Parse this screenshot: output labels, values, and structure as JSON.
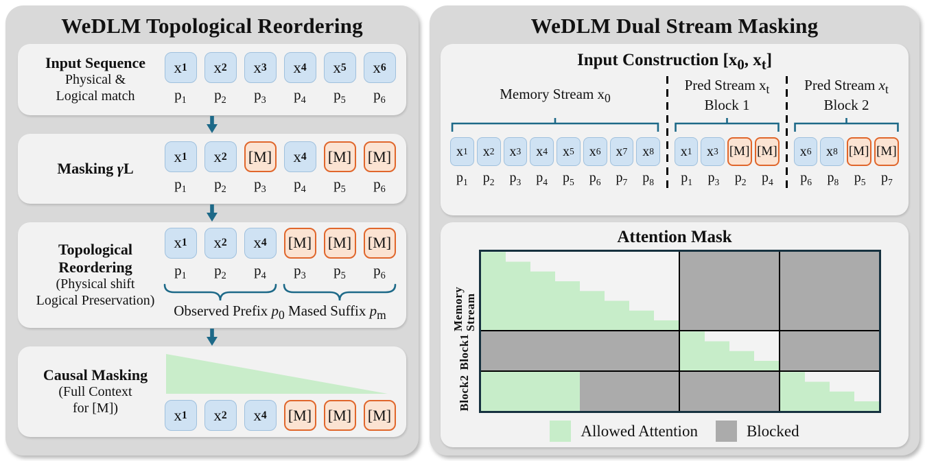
{
  "colors": {
    "panel_bg": "#d9d9d9",
    "box_bg": "#f2f2f2",
    "token_obs_bg": "#cfe2f3",
    "token_obs_border": "#9fc0dd",
    "token_mask_bg": "#fbe3d2",
    "token_mask_border": "#e0662b",
    "accent_teal": "#1d6988",
    "triangle_green": "#c9edca",
    "mask_allowed": "#c7edc9",
    "mask_blocked": "#ababab",
    "mask_empty": "#f3f3f3"
  },
  "left_panel": {
    "title": "WeDLM Topological Reordering",
    "rows": [
      {
        "label_lines": [
          {
            "text": "Input Sequence",
            "bold": true
          },
          {
            "text": "Physical &"
          },
          {
            "text": "Logical match"
          }
        ],
        "tokens": [
          "x_{1}",
          "x_{2}",
          "x_{3}",
          "x_{4}",
          "x_{5}",
          "x_{6}"
        ],
        "positions": [
          "p_{1}",
          "p_{2}",
          "p_{3}",
          "p_{4}",
          "p_{5}",
          "p_{6}"
        ]
      },
      {
        "label_lines": [
          {
            "text": "Masking *γ*L",
            "bold": true
          }
        ],
        "tokens": [
          "x_{1}",
          "x_{2}",
          "[M]",
          "x_{4}",
          "[M]",
          "[M]"
        ],
        "positions": [
          "p_{1}",
          "p_{2}",
          "p_{3}",
          "p_{4}",
          "p_{5}",
          "p_{6}"
        ]
      },
      {
        "label_lines": [
          {
            "text": "Topological",
            "bold": true
          },
          {
            "text": "Reordering",
            "bold": true
          },
          {
            "text": "(Physical shift"
          },
          {
            "text": "Logical Preservation)"
          }
        ],
        "tokens": [
          "x_{1}",
          "x_{2}",
          "x_{4}",
          "[M]",
          "[M]",
          "[M]"
        ],
        "positions": [
          "p_{1}",
          "p_{2}",
          "p_{4}",
          "p_{3}",
          "p_{5}",
          "p_{6}"
        ],
        "caption": "Observed Prefix *p*_{0} Mased Suffix *p*_{m}"
      },
      {
        "label_lines": [
          {
            "text": "Causal Masking",
            "bold": true
          },
          {
            "text": "(Full Context"
          },
          {
            "text": "for [M])"
          }
        ],
        "tokens": [
          "x_{1}",
          "x_{2}",
          "x_{4}",
          "[M]",
          "[M]",
          "[M]"
        ]
      }
    ]
  },
  "right_panel": {
    "title": "WeDLM Dual Stream Masking",
    "input_construction": {
      "title": "Input Construction [x_{0}, x_{t}]",
      "groups": [
        {
          "label_lines": [
            "Memory Stream x_{0}"
          ],
          "units": 8,
          "tokens": [
            "x_{1}",
            "x_{2}",
            "x_{3}",
            "x_{4}",
            "x_{5}",
            "x_{6}",
            "x_{7}",
            "x_{8}"
          ],
          "positions": [
            "p_{1}",
            "p_{2}",
            "p_{3}",
            "p_{4}",
            "p_{5}",
            "p_{6}",
            "p_{7}",
            "p_{8}"
          ]
        },
        {
          "label_lines": [
            "Pred Stream x_{t}",
            "Block 1"
          ],
          "units": 4,
          "tokens": [
            "x_{1}",
            "x_{3}",
            "[M]",
            "[M]"
          ],
          "positions": [
            "p_{1}",
            "p_{3}",
            "p_{2}",
            "p_{4}"
          ]
        },
        {
          "label_lines": [
            "Pred Stream *x*_{t}",
            "Block 2"
          ],
          "units": 4,
          "tokens": [
            "x_{6}",
            "x_{8}",
            "[M]",
            "[M]"
          ],
          "positions": [
            "p_{6}",
            "p_{8}",
            "p_{5}",
            "p_{7}"
          ]
        }
      ]
    },
    "attention_mask": {
      "title": "Attention Mask",
      "row_labels": [
        "Memory Stream",
        "Block1",
        "Block2"
      ],
      "col_units": [
        8,
        4,
        4
      ],
      "row_units": [
        8,
        4,
        4
      ],
      "cells": [
        [
          {
            "type": "causal"
          },
          {
            "type": "blocked"
          },
          {
            "type": "blocked"
          }
        ],
        [
          {
            "type": "blocked"
          },
          {
            "type": "causal"
          },
          {
            "type": "blocked"
          }
        ],
        [
          {
            "type": "partial",
            "allowed_cols": 4
          },
          {
            "type": "blocked"
          },
          {
            "type": "causal"
          }
        ]
      ],
      "legend": [
        {
          "label": "Allowed Attention",
          "type": "allowed"
        },
        {
          "label": "Blocked",
          "type": "blocked"
        }
      ]
    }
  }
}
